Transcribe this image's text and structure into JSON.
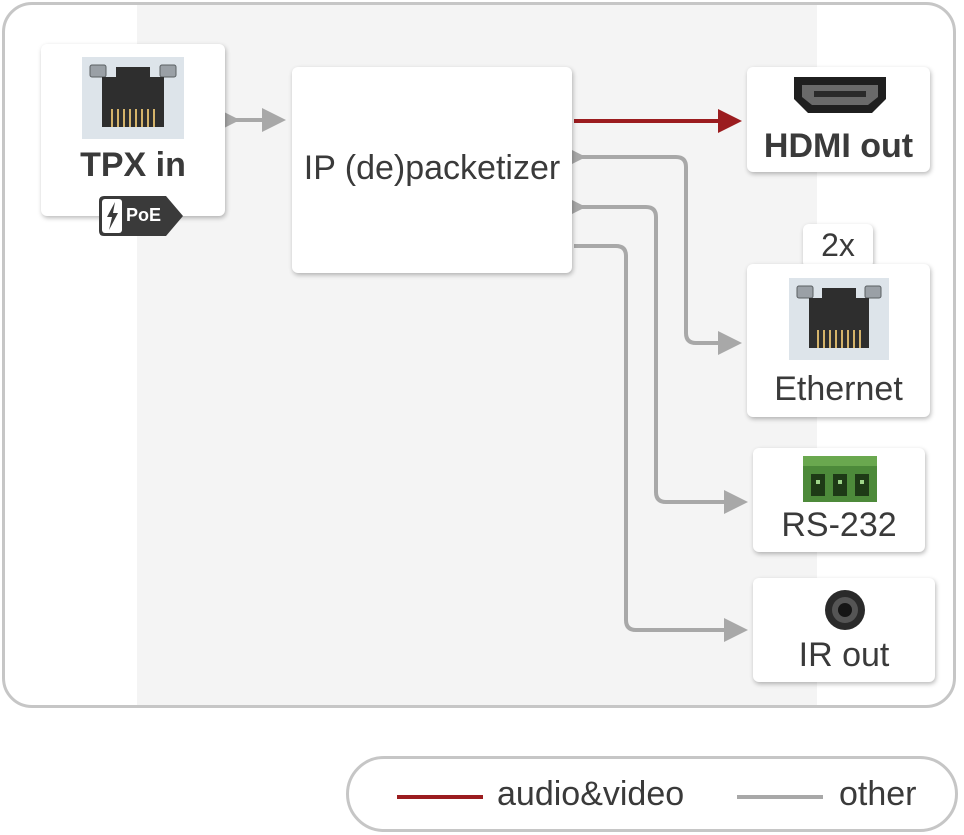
{
  "colors": {
    "audio_video": "#9b1c1f",
    "other": "#a8a8a8",
    "frame": "#c6c6c6",
    "text": "#3a3a3a"
  },
  "nodes": {
    "tpx_in": {
      "label": "TPX in",
      "badge": "PoE",
      "icon": "rj45-port-icon"
    },
    "packetizer": {
      "label": "IP (de)packetizer"
    },
    "hdmi_out": {
      "label": "HDMI out",
      "icon": "hdmi-port-icon"
    },
    "ethernet": {
      "label": "Ethernet",
      "count_badge": "2x",
      "icon": "rj45-port-icon"
    },
    "rs232": {
      "label": "RS-232",
      "icon": "terminal-block-icon"
    },
    "ir_out": {
      "label": "IR out",
      "icon": "jack-socket-icon"
    }
  },
  "legend": {
    "audio_video": "audio&video",
    "other": "other"
  }
}
